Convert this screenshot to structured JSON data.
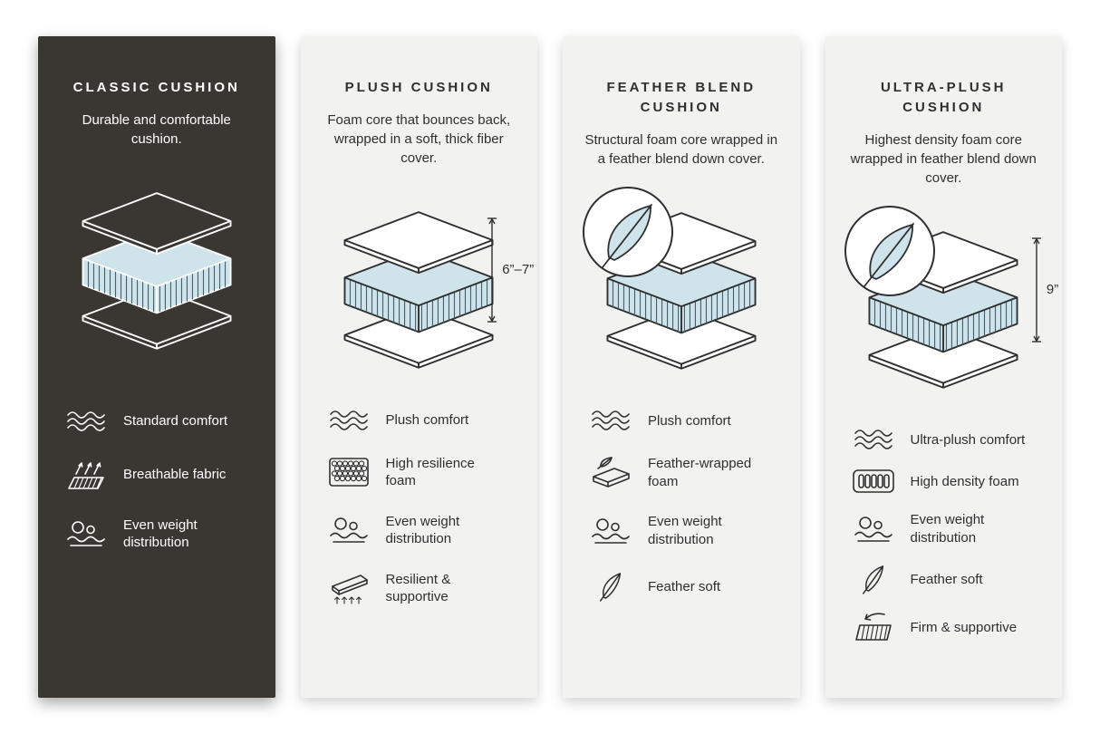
{
  "colors": {
    "page_bg": "#ffffff",
    "dark_card_bg": "#3a3733",
    "light_card_bg": "#f2f2f1",
    "cushion_core_blue": "#cfe4ea",
    "outline_dark": "#2f2f2f",
    "outline_on_dark": "#ffffff"
  },
  "cards": [
    {
      "id": "classic",
      "theme": "dark",
      "title": "CLASSIC CUSHION",
      "description": "Durable and comfortable cushion.",
      "dimension_label": "",
      "has_feather_badge": false,
      "features": [
        {
          "icon": "comfort-wave-icon",
          "label": "Standard comfort"
        },
        {
          "icon": "breathable-fabric-icon",
          "label": "Breathable fabric"
        },
        {
          "icon": "even-weight-icon",
          "label": "Even weight distribution"
        }
      ]
    },
    {
      "id": "plush",
      "theme": "light",
      "title": "PLUSH CUSHION",
      "description": "Foam core that bounces back, wrapped in a soft, thick fiber cover.",
      "dimension_label": "6”–7”",
      "has_feather_badge": false,
      "features": [
        {
          "icon": "comfort-wave-icon",
          "label": "Plush comfort"
        },
        {
          "icon": "resilience-foam-icon",
          "label": "High resilience foam"
        },
        {
          "icon": "even-weight-icon",
          "label": "Even weight distribution"
        },
        {
          "icon": "resilient-supportive-icon",
          "label": "Resilient & supportive"
        }
      ]
    },
    {
      "id": "feather-blend",
      "theme": "light",
      "title": "FEATHER BLEND CUSHION",
      "description": "Structural foam core wrapped in a feather blend down cover.",
      "dimension_label": "",
      "has_feather_badge": true,
      "features": [
        {
          "icon": "comfort-wave-icon",
          "label": "Plush comfort"
        },
        {
          "icon": "feather-wrapped-foam-icon",
          "label": "Feather-wrapped foam"
        },
        {
          "icon": "even-weight-icon",
          "label": "Even weight distribution"
        },
        {
          "icon": "feather-soft-icon",
          "label": "Feather soft"
        }
      ]
    },
    {
      "id": "ultra-plush",
      "theme": "light",
      "title": "ULTRA-PLUSH CUSHION",
      "description": "Highest density foam core wrapped in feather blend down cover.",
      "dimension_label": "9”",
      "has_feather_badge": true,
      "features": [
        {
          "icon": "comfort-wave-icon",
          "label": "Ultra-plush comfort"
        },
        {
          "icon": "high-density-foam-icon",
          "label": "High density foam"
        },
        {
          "icon": "even-weight-icon",
          "label": "Even weight distribution"
        },
        {
          "icon": "feather-soft-icon",
          "label": "Feather soft"
        },
        {
          "icon": "firm-supportive-icon",
          "label": "Firm & supportive"
        }
      ]
    }
  ]
}
